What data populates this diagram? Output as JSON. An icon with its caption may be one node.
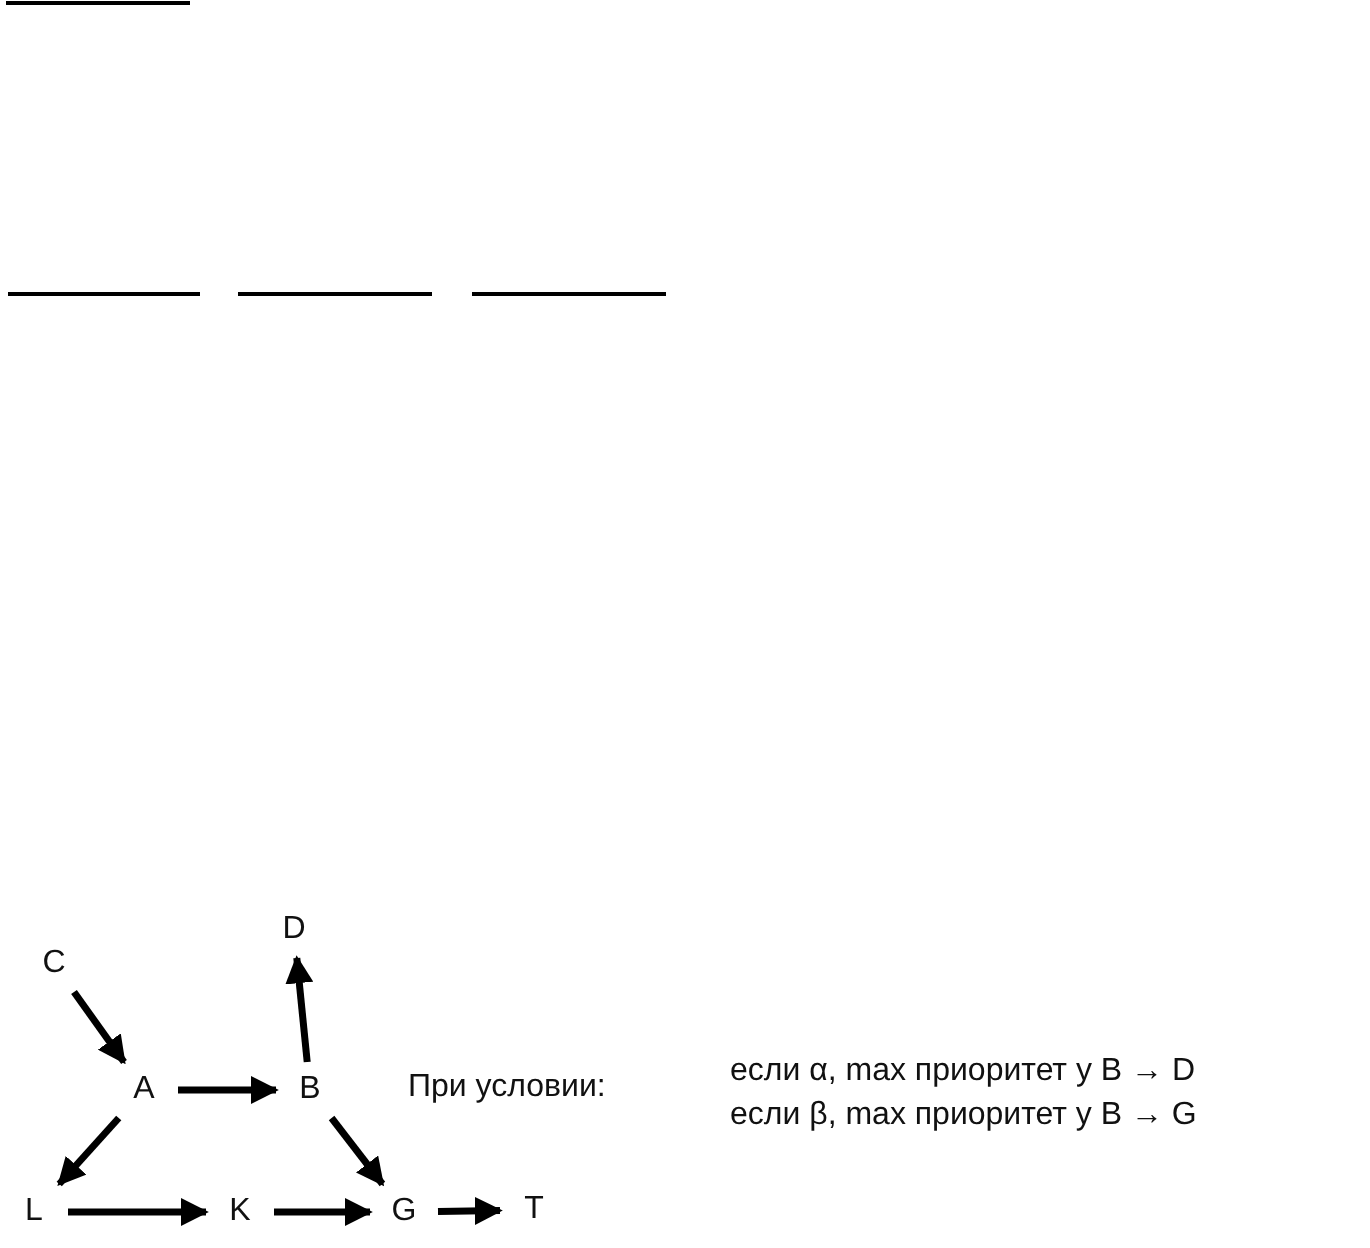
{
  "diagram": {
    "nodes": [
      {
        "text": [
          "C"
        ]
      },
      {
        "text": [
          "D"
        ]
      },
      {
        "text": [
          "A"
        ]
      },
      {
        "text": [
          "B"
        ]
      },
      {
        "text": [
          "L"
        ]
      },
      {
        "text": [
          "K"
        ]
      },
      {
        "text": [
          "G"
        ]
      },
      {
        "text": [
          "T"
        ]
      }
    ],
    "edges": [
      {
        "from": 0,
        "to": 2,
        "arrow": "to"
      },
      {
        "from": 2,
        "to": 3,
        "arrow": "to"
      },
      {
        "from": 3,
        "to": 1,
        "arrow": "to"
      },
      {
        "from": 2,
        "to": 4,
        "arrow": "to"
      },
      {
        "from": 3,
        "to": 6,
        "arrow": "to"
      },
      {
        "from": 4,
        "to": 5,
        "arrow": "to"
      },
      {
        "from": 5,
        "to": 6,
        "arrow": "to"
      },
      {
        "from": 6,
        "to": 7,
        "arrow": "to"
      }
    ],
    "labels": [
      "При условии:",
      "если α, max приоритет у B → D",
      "если β, max приоритет у B → G"
    ]
  }
}
